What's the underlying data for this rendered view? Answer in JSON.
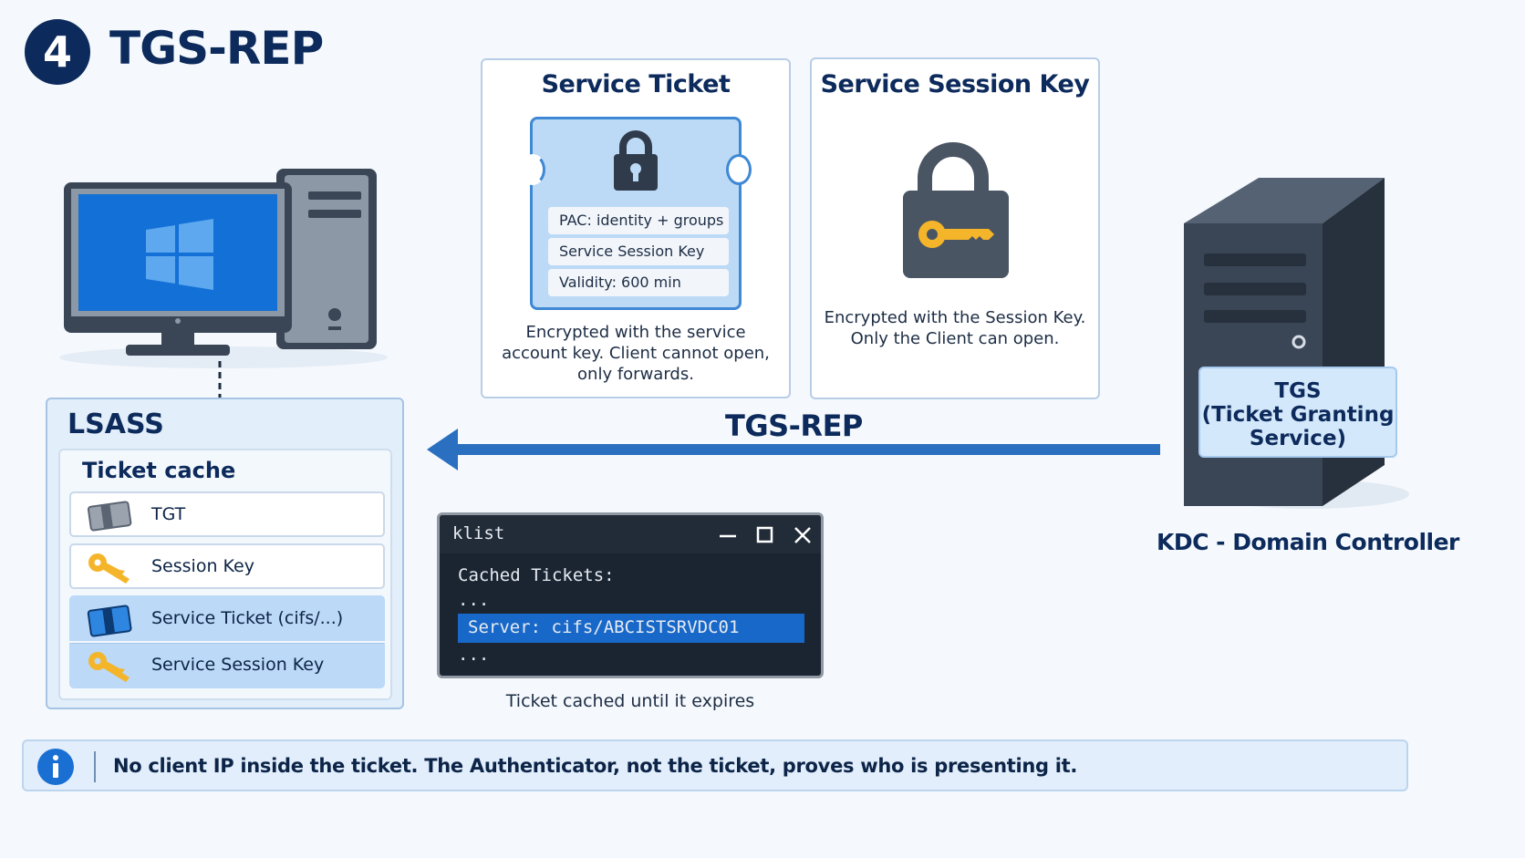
{
  "header": {
    "step_number": "4",
    "title": "TGS-REP"
  },
  "service_ticket_card": {
    "title": "Service Ticket",
    "fields": [
      "PAC: identity + groups",
      "Service Session Key",
      "Validity: 600 min"
    ],
    "caption_lines": [
      "Encrypted with the service",
      "account key. Client cannot open,",
      "only forwards."
    ]
  },
  "service_session_key_card": {
    "title": "Service Session Key",
    "caption_lines": [
      "Encrypted with the Session Key.",
      "Only the Client can open."
    ]
  },
  "lsass": {
    "title": "LSASS",
    "cache_title": "Ticket cache",
    "items": [
      {
        "label": "TGT",
        "icon": "ticket-icon",
        "highlighted": false
      },
      {
        "label": "Session Key",
        "icon": "key-icon",
        "highlighted": false
      },
      {
        "label": "Service Ticket (cifs/...)",
        "icon": "ticket-icon",
        "highlighted": true
      },
      {
        "label": "Service Session Key",
        "icon": "key-icon",
        "highlighted": true
      }
    ]
  },
  "arrow": {
    "label": "TGS-REP",
    "direction": "right-to-left"
  },
  "terminal": {
    "title": "klist",
    "lines": [
      "Cached Tickets:",
      "...",
      "Server: cifs/ABCISTSRVDC01",
      "..."
    ],
    "caption": "Ticket cached until it expires"
  },
  "kdc": {
    "tgs_lines": [
      "TGS",
      "(Ticket Granting",
      "Service)"
    ],
    "label": "KDC - Domain Controller"
  },
  "info_bar": {
    "text": "No client IP inside the ticket. The Authenticator, not the ticket, proves who is presenting it."
  },
  "colors": {
    "navy": "#0c2a5b",
    "accent_blue": "#2b6fc0",
    "highlight": "#1868c9",
    "key_gold": "#f5b52a"
  }
}
